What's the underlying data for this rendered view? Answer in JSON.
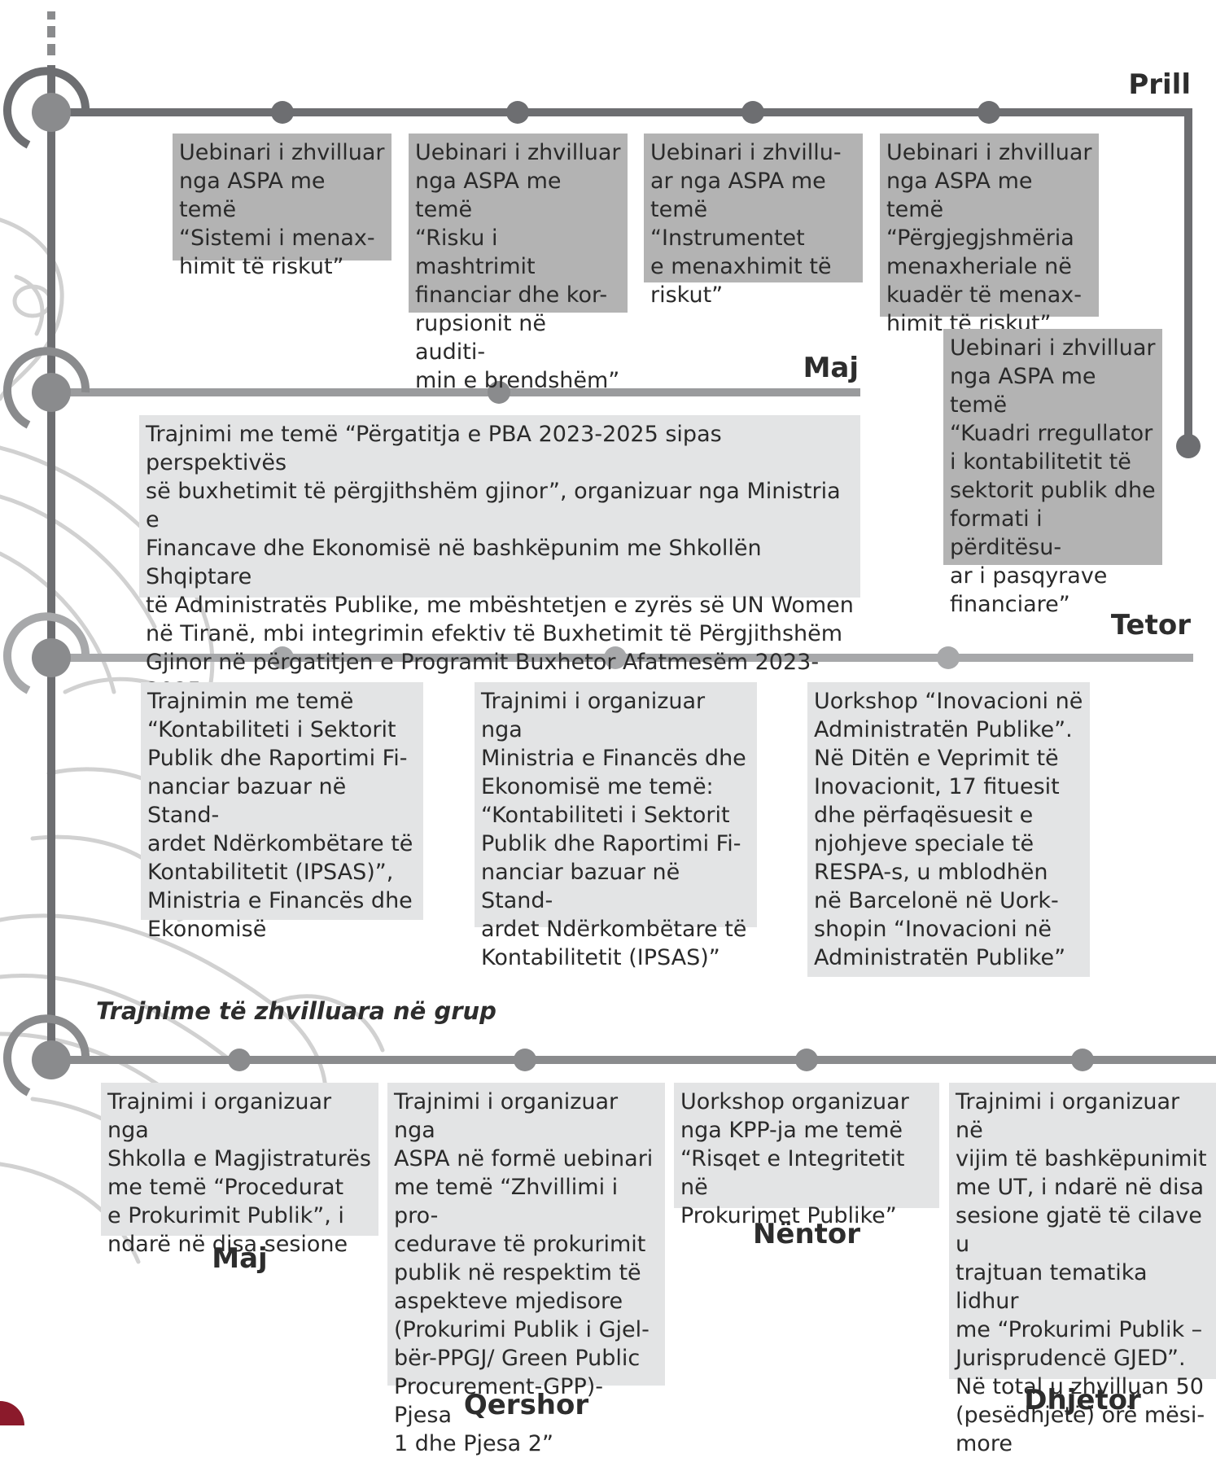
{
  "sections": [
    {
      "month_label": "Prill",
      "items": [
        "Uebinari i zhvilluar\nnga ASPA me temë\n“Sistemi i menax-\nhimit të riskut”",
        "Uebinari i zhvilluar\nnga ASPA me temë\n“Risku i mashtrimit\nfinanciar dhe kor-\nrupsionit në auditi-\nmin e brendshëm”",
        "Uebinari i zhvillu-\nar nga ASPA me\ntemë “Instrumentet\ne menaxhimit të\nriskut”",
        "Uebinari i zhvilluar\nnga ASPA me temë\n“Përgjegjshmëria\nmenaxheriale në\nkuadër të menax-\nhimit të riskut”",
        "Uebinari i zhvilluar\nnga ASPA me temë\n“Kuadri rregullator\ni kontabilitetit të\nsektorit publik dhe\nformati i përditësu-\nar i pasqyrave\nfinanciare”"
      ]
    },
    {
      "month_label": "Maj",
      "items": [
        "Trajnimi me temë “Përgatitja e PBA 2023-2025 sipas perspektivës\nsë buxhetimit të përgjithshëm gjinor”, organizuar nga Ministria e\nFinancave dhe Ekonomisë në bashkëpunim me Shkollën Shqiptare\ntë Administratës Publike, me mbështetjen e zyrës së UN Women\nnë Tiranë, mbi integrimin efektiv të Buxhetimit të Përgjithshëm\nGjinor në përgatitjen e Programit Buxhetor Afatmesëm 2023-2025"
      ]
    },
    {
      "month_label": "Tetor",
      "items": [
        "Trajnimin me temë\n“Kontabiliteti i Sektorit\nPublik dhe Raportimi Fi-\nnanciar bazuar në Stand-\nardet Ndërkombëtare të\nKontabilitetit (IPSAS)”,\nMinistria e Financës dhe\nEkonomisë",
        "Trajnimi i organizuar nga\nMinistria e Financës dhe\nEkonomisë me temë:\n“Kontabiliteti i Sektorit\nPublik dhe Raportimi Fi-\nnanciar bazuar në Stand-\nardet Ndërkombëtare të\nKontabilitetit (IPSAS)”",
        "Uorkshop “Inovacioni në\nAdministratën Publike”.\nNë Ditën e Veprimit të\nInovacionit, 17 fituesit\ndhe përfaqësuesit e\nnjohjeve speciale të\nRESPA-s, u mblodhën\nnë Barcelonë në Uork-\nshopin “Inovacioni në\nAdministratën Publike”"
      ]
    }
  ],
  "group": {
    "title": "Trajnime të zhvilluara në grup",
    "items": [
      {
        "text": "Trajnimi i organizuar nga\nShkolla e Magjistraturës\nme temë “Procedurat\ne Prokurimit Publik”, i\nndarë në disa sesione",
        "month": "Maj"
      },
      {
        "text": "Trajnimi i organizuar nga\nASPA në formë uebinari\nme temë “Zhvillimi i pro-\ncedurave të prokurimit\npublik në respektim të\naspekteve mjedisore\n(Prokurimi Publik i Gjel-\nbër-PPGJ/ Green Public\nProcurement-GPP)-Pjesa\n1 dhe Pjesa 2”",
        "month": "Qershor"
      },
      {
        "text": "Uorkshop organizuar\nnga KPP-ja me temë\n“Risqet e Integritetit në\nProkurimet Publike”",
        "month": "Nëntor"
      },
      {
        "text": "Trajnimi i organizuar në\nvijim të bashkëpunimit\nme UT, i ndarë në disa\nsesione gjatë të cilave u\ntrajtuan tematika lidhur\nme “Prokurimi Publik –\nJurisprudencë GJED”.\nNë total u zhvilluan 50\n(pesëdhjetë) orë mësi-\nmore",
        "month": "Dhjetor"
      }
    ]
  },
  "colors": {
    "line": "#6d6e71",
    "dot": "#6d6e71",
    "hub_ring": "#6d6e71",
    "hub_inner": "#8a8b8d",
    "box_dark": "#b3b3b3",
    "box_light": "#e3e4e5",
    "accent_corner": "#8b1a2b"
  }
}
